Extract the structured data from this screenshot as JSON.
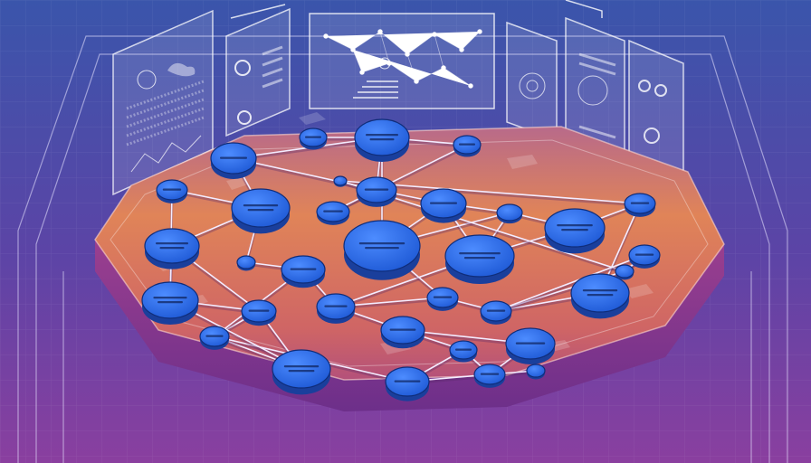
{
  "colors": {
    "bg_top": "#3b4fa5",
    "bg_mid": "#6b3fa0",
    "bg_bottom": "#8d3fa1",
    "platform_top": "#e07a54",
    "platform_bottom": "#c14f73",
    "node_fill": "#2f6fe8",
    "node_dark": "#1a3f9c",
    "edge": "#f4ecff",
    "panel_line": "#e8e4ff"
  },
  "nodes": [
    {
      "id": "n1",
      "label": ""
    },
    {
      "id": "n2",
      "label": ""
    },
    {
      "id": "n3",
      "label": ""
    },
    {
      "id": "n4",
      "label": ""
    },
    {
      "id": "n5",
      "label": ""
    },
    {
      "id": "n6",
      "label": ""
    },
    {
      "id": "n7",
      "label": ""
    },
    {
      "id": "n8",
      "label": ""
    },
    {
      "id": "n9",
      "label": ""
    },
    {
      "id": "n10",
      "label": ""
    },
    {
      "id": "n11",
      "label": ""
    },
    {
      "id": "n12",
      "label": ""
    },
    {
      "id": "n13",
      "label": ""
    },
    {
      "id": "n14",
      "label": ""
    },
    {
      "id": "n15",
      "label": ""
    },
    {
      "id": "n16",
      "label": ""
    },
    {
      "id": "n17",
      "label": ""
    },
    {
      "id": "n18",
      "label": ""
    },
    {
      "id": "n19",
      "label": ""
    },
    {
      "id": "n20",
      "label": ""
    },
    {
      "id": "n21",
      "label": ""
    },
    {
      "id": "n22",
      "label": ""
    },
    {
      "id": "n23",
      "label": ""
    },
    {
      "id": "n24",
      "label": ""
    },
    {
      "id": "n25",
      "label": ""
    },
    {
      "id": "n26",
      "label": ""
    },
    {
      "id": "n27",
      "label": ""
    },
    {
      "id": "n28",
      "label": ""
    },
    {
      "id": "n29",
      "label": ""
    },
    {
      "id": "n30",
      "label": ""
    },
    {
      "id": "n31",
      "label": ""
    },
    {
      "id": "n32",
      "label": ""
    },
    {
      "id": "n33",
      "label": ""
    },
    {
      "id": "n34",
      "label": ""
    }
  ],
  "edges": [
    [
      "n1",
      "n3"
    ],
    [
      "n1",
      "n6"
    ],
    [
      "n2",
      "n3"
    ],
    [
      "n3",
      "n5"
    ],
    [
      "n3",
      "n4"
    ],
    [
      "n4",
      "n7"
    ],
    [
      "n5",
      "n8"
    ],
    [
      "n5",
      "n7"
    ],
    [
      "n6",
      "n9"
    ],
    [
      "n6",
      "n10"
    ],
    [
      "n6",
      "n11"
    ],
    [
      "n3",
      "n12"
    ],
    [
      "n8",
      "n13"
    ],
    [
      "n8",
      "n12"
    ],
    [
      "n12",
      "n14"
    ],
    [
      "n14",
      "n15"
    ],
    [
      "n14",
      "n13"
    ],
    [
      "n15",
      "n17"
    ],
    [
      "n10",
      "n16"
    ],
    [
      "n16",
      "n19"
    ],
    [
      "n19",
      "n23"
    ],
    [
      "n23",
      "n22"
    ],
    [
      "n22",
      "n26"
    ],
    [
      "n26",
      "n27"
    ],
    [
      "n11",
      "n18"
    ],
    [
      "n18",
      "n21"
    ],
    [
      "n21",
      "n24"
    ],
    [
      "n24",
      "n28"
    ],
    [
      "n28",
      "n30"
    ],
    [
      "n30",
      "n31"
    ],
    [
      "n13",
      "n21"
    ],
    [
      "n21",
      "n20"
    ],
    [
      "n20",
      "n25"
    ],
    [
      "n25",
      "n29"
    ],
    [
      "n29",
      "n32"
    ],
    [
      "n32",
      "n33"
    ],
    [
      "n20",
      "n12"
    ],
    [
      "n17",
      "n34"
    ],
    [
      "n17",
      "n29"
    ],
    [
      "n13",
      "n15"
    ],
    [
      "n9",
      "n16"
    ],
    [
      "n19",
      "n22"
    ],
    [
      "n24",
      "n27"
    ],
    [
      "n25",
      "n33"
    ],
    [
      "n28",
      "n31"
    ],
    [
      "n22",
      "n18"
    ],
    [
      "n8",
      "n14"
    ],
    [
      "n5",
      "n1"
    ],
    [
      "n16",
      "n23"
    ],
    [
      "n10",
      "n19"
    ],
    [
      "n27",
      "n30"
    ],
    [
      "n33",
      "n34"
    ],
    [
      "n26",
      "n30"
    ],
    [
      "n25",
      "n32"
    ]
  ]
}
